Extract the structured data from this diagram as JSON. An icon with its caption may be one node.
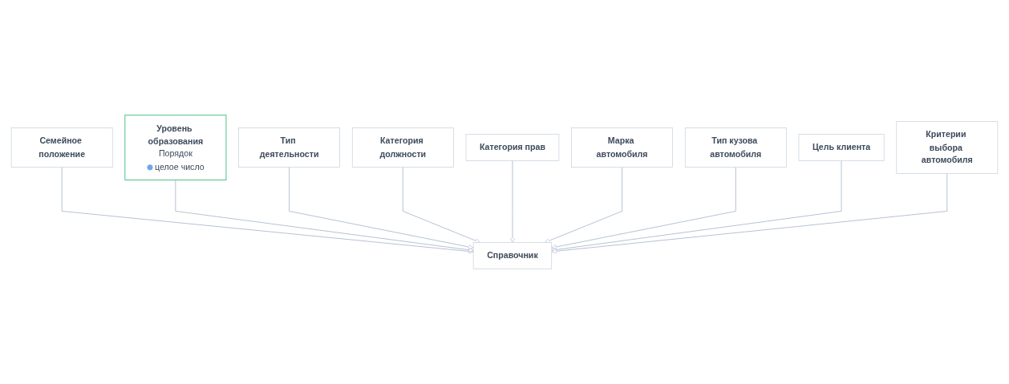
{
  "diagram": {
    "nodes": [
      {
        "text": [
          "Семейное положение"
        ]
      },
      {
        "text": [
          "Уровень образования",
          "Порядок",
          "целое число"
        ]
      },
      {
        "text": [
          "Тип деятельности"
        ]
      },
      {
        "text": [
          "Категория должности"
        ]
      },
      {
        "text": [
          "Категория прав"
        ]
      },
      {
        "text": [
          "Справочник"
        ]
      },
      {
        "text": [
          "Марка автомобиля"
        ]
      },
      {
        "text": [
          "Тип кузова автомобиля"
        ]
      },
      {
        "text": [
          "Цель клиента"
        ]
      },
      {
        "text": [
          "Критерии выбора автомобиля"
        ]
      }
    ],
    "edges": [
      {
        "from": 0,
        "to": 5,
        "arrow": "to"
      },
      {
        "from": 1,
        "to": 5,
        "arrow": "to"
      },
      {
        "from": 2,
        "to": 5,
        "arrow": "to"
      },
      {
        "from": 3,
        "to": 5,
        "arrow": "to"
      },
      {
        "from": 4,
        "to": 5,
        "arrow": "to"
      },
      {
        "from": 6,
        "to": 5,
        "arrow": "to"
      },
      {
        "from": 7,
        "to": 5,
        "arrow": "to"
      },
      {
        "from": 8,
        "to": 5,
        "arrow": "to"
      },
      {
        "from": 9,
        "to": 5,
        "arrow": "to"
      }
    ]
  }
}
